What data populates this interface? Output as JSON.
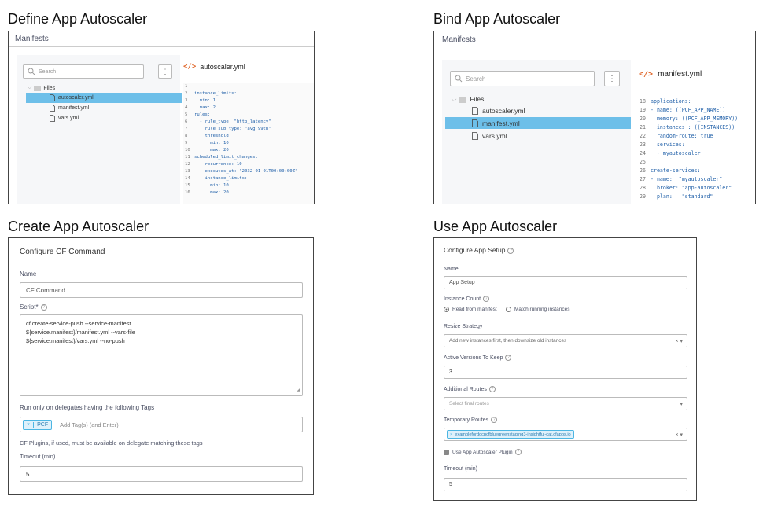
{
  "titles": {
    "define": "Define App Autoscaler",
    "bind": "Bind App Autoscaler",
    "create": "Create App Autoscaler",
    "use": "Use App Autoscaler"
  },
  "define_panel": {
    "header": "Manifests",
    "search_placeholder": "Search",
    "dots": "⋮",
    "files_folder": "Files",
    "files": [
      "autoscaler.yml",
      "manifest.yml",
      "vars.yml"
    ],
    "selected_file": "autoscaler.yml",
    "open_file": "autoscaler.yml",
    "code": [
      {
        "n": "1",
        "t": "---"
      },
      {
        "n": "2",
        "t": "instance_limits:"
      },
      {
        "n": "3",
        "t": "  min: 1"
      },
      {
        "n": "4",
        "t": "  max: 2"
      },
      {
        "n": "5",
        "t": "rules:"
      },
      {
        "n": "6",
        "t": "  - rule_type: \"http_latency\""
      },
      {
        "n": "7",
        "t": "    rule_sub_type: \"avg_99th\""
      },
      {
        "n": "8",
        "t": "    threshold:"
      },
      {
        "n": "9",
        "t": "      min: 10"
      },
      {
        "n": "10",
        "t": "      max: 20"
      },
      {
        "n": "11",
        "t": "scheduled_limit_changes:"
      },
      {
        "n": "12",
        "t": "  - recurrence: 10"
      },
      {
        "n": "13",
        "t": "    executes_at: \"2032-01-01T00:00:00Z\""
      },
      {
        "n": "14",
        "t": "    instance_limits:"
      },
      {
        "n": "15",
        "t": "      min: 10"
      },
      {
        "n": "16",
        "t": "      max: 20"
      }
    ]
  },
  "bind_panel": {
    "header": "Manifests",
    "search_placeholder": "Search",
    "dots": "⋮",
    "files_folder": "Files",
    "files": [
      "autoscaler.yml",
      "manifest.yml",
      "vars.yml"
    ],
    "selected_file": "manifest.yml",
    "open_file": "manifest.yml",
    "code": [
      {
        "n": "18",
        "t": "applications:"
      },
      {
        "n": "19",
        "t": "- name: ((PCF_APP_NAME))"
      },
      {
        "n": "20",
        "t": "  memory: ((PCF_APP_MEMORY))"
      },
      {
        "n": "21",
        "t": "  instances : ((INSTANCES))"
      },
      {
        "n": "22",
        "t": "  random-route: true"
      },
      {
        "n": "23",
        "t": "  services:"
      },
      {
        "n": "24",
        "t": "  - myautoscaler"
      },
      {
        "n": "25",
        "t": ""
      },
      {
        "n": "26",
        "t": "create-services:"
      },
      {
        "n": "27",
        "t": "- name:  \"myautoscaler\""
      },
      {
        "n": "28",
        "t": "  broker: \"app-autoscaler\""
      },
      {
        "n": "29",
        "t": "  plan:   \"standard\""
      }
    ]
  },
  "create_form": {
    "title": "Configure CF Command",
    "name_label": "Name",
    "name_value": "CF Command",
    "script_label": "Script*",
    "help": "?",
    "script_lines": [
      "cf create-service-push --service-manifest",
      "${service.manifest}/manifest.yml --vars-file",
      "${service.manifest}/vars.yml --no-push"
    ],
    "tags_label": "Run only on delegates having the following Tags",
    "tag_remove": "×",
    "tag": "PCF",
    "tags_placeholder": "Add Tag(s) (and Enter)",
    "plugins_note": "CF Plugins, if used, must be available on delegate matching these tags",
    "timeout_label": "Timeout (min)",
    "timeout_value": "5"
  },
  "use_form": {
    "title": "Configure App Setup",
    "help": "?",
    "name_label": "Name",
    "name_value": "App Setup",
    "instance_count_label": "Instance Count",
    "radio_read": "Read from manifest",
    "radio_match": "Match running instances",
    "resize_label": "Resize Strategy",
    "resize_value": "Add new instances first, then downsize old instances",
    "active_versions_label": "Active Versions To Keep",
    "active_versions_value": "3",
    "additional_routes_label": "Additional Routes",
    "additional_routes_placeholder": "Select final routes",
    "temporary_routes_label": "Temporary Routes",
    "temporary_route": "examplefordocpcfbluegreenstaging3-insightful-cat.cfapps.io",
    "use_autoscaler_label": "Use App Autoscaler Plugin",
    "timeout_label": "Timeout (min)",
    "timeout_value": "5",
    "clear_glyph": "×",
    "caret_glyph": "▾"
  }
}
